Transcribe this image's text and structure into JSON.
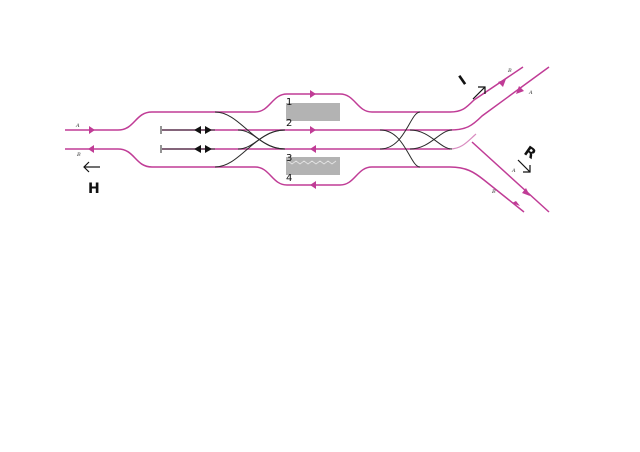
{
  "diagram": {
    "colors": {
      "main_track": "#c03c96",
      "aux_track": "#2a2a2a",
      "platform": "#b3b3b3"
    },
    "platform_numbers": [
      "1",
      "2",
      "3",
      "4"
    ],
    "directions": {
      "west": {
        "label": "H",
        "icon": "arrow-left-icon"
      },
      "northeast": {
        "label": "I",
        "icon": "arrow-up-right-icon"
      },
      "southeast": {
        "label": "R",
        "icon": "arrow-down-right-icon"
      }
    },
    "track_markers": {
      "west_upper": "A",
      "west_lower": "B",
      "ne_outer": "B",
      "ne_inner": "A",
      "se_inner": "A",
      "se_outer": "B"
    }
  }
}
